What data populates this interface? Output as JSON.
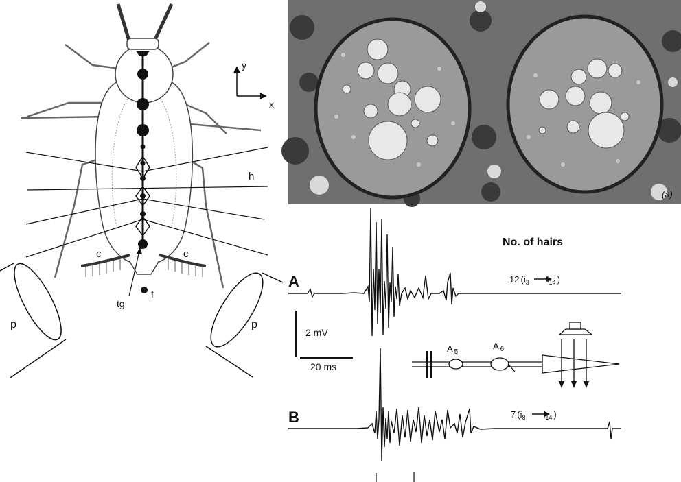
{
  "cockroach": {
    "axis_y": "y",
    "axis_x": "x",
    "label_h": "h",
    "label_c_left": "c",
    "label_c_right": "c",
    "label_tg": "tg",
    "label_f": "f",
    "label_p_left": "p",
    "label_p_right": "p"
  },
  "micrograph": {
    "panel_label": "(a)"
  },
  "recording": {
    "header": "No. of hairs",
    "trace_a_label": "A",
    "trace_a_hairs": "12",
    "trace_a_from": "i",
    "trace_a_from_sub": "3",
    "trace_a_to": "i",
    "trace_a_to_sub": "14",
    "trace_b_label": "B",
    "trace_b_hairs": "7",
    "trace_b_from": "i",
    "trace_b_from_sub": "8",
    "trace_b_to": "i",
    "trace_b_to_sub": "14",
    "scale_voltage": "2 mV",
    "scale_time": "20 ms",
    "ganglion_a5": "A",
    "ganglion_a5_sub": "5",
    "ganglion_a6": "A",
    "ganglion_a6_sub": "6"
  }
}
